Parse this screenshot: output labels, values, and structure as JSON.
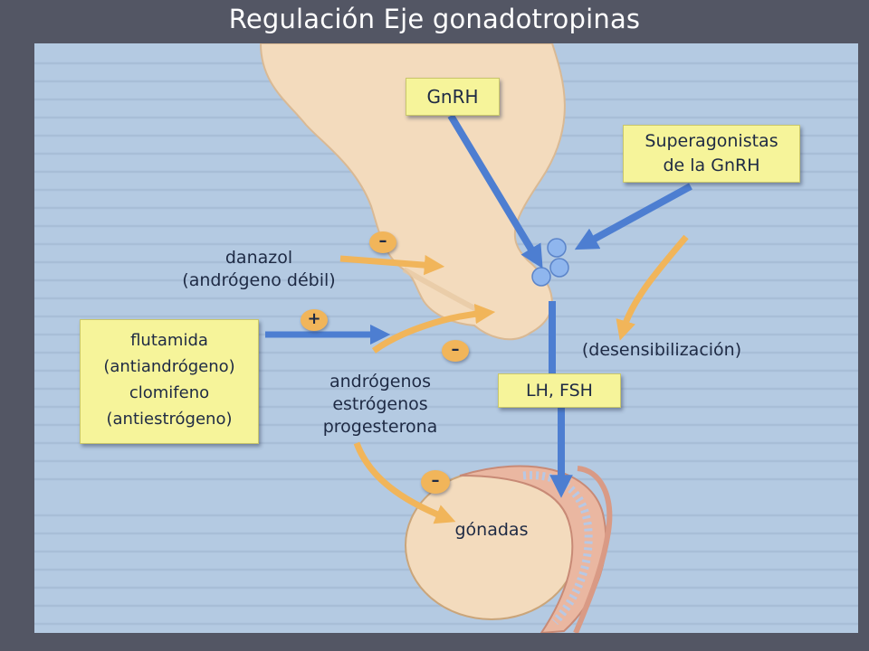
{
  "slide": {
    "title": "Regulación Eje gonadotropinas"
  },
  "diagram": {
    "boxes": {
      "gnrh": "GnRH",
      "superagonistas": "Superagonistas\nde la GnRH",
      "antagonists": "flutamida\n(antiandrógeno)\nclomifeno\n(antiestrógeno)",
      "lh_fsh": "LH, FSH"
    },
    "labels": {
      "danazol": "danazol\n(andrógeno débil)",
      "desensibilizacion": "(desensibilización)",
      "hormonas": "andrógenos\nestrógenos\nprogesterona",
      "gonadas": "gónadas"
    },
    "signs": {
      "danazol_minus": "–",
      "plus": "+",
      "feedback_minus": "–",
      "gonad_minus": "–"
    },
    "colors": {
      "slide_background": "#535664",
      "figure_background": "#b4cae2",
      "tissue": "#f3dbbd",
      "yellow_box": "#f6f49a",
      "blue_arrow": "#4d7ed1",
      "orange_arrow": "#f1b55a"
    }
  }
}
